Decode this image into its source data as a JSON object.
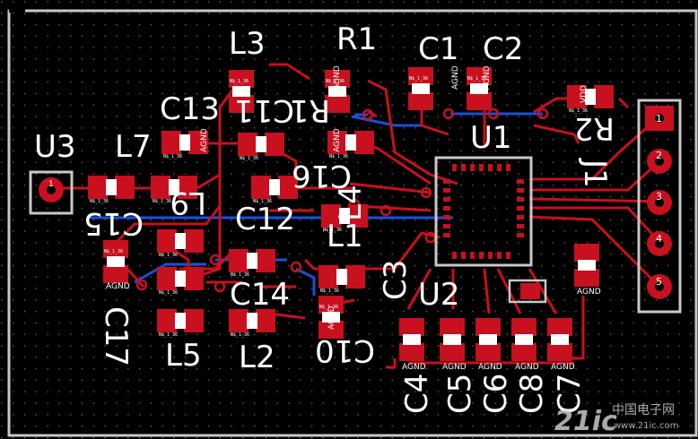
{
  "colors": {
    "background": "#000000",
    "top_copper": "#c8101e",
    "bottom_copper": "#1c4fd6",
    "silkscreen": "#ffffff",
    "board_outline": "#c8c8c8",
    "grid_dot": "#6a6a6a"
  },
  "labels": {
    "u3": "U3",
    "u1": "U1",
    "u2": "U2",
    "j1": "J1",
    "l1": "L1",
    "l2": "L2",
    "l3": "L3",
    "l4": "L4",
    "l5": "L5",
    "l7": "L7",
    "l9": "L9",
    "r1": "R1",
    "r2": "R2",
    "c1": "C1",
    "c2": "C2",
    "c3": "C3",
    "c4": "C4",
    "c5": "C5",
    "c6": "C6",
    "c7": "C7",
    "c8": "C8",
    "c10": "C10",
    "c11": "C11",
    "c12": "C12",
    "c13": "C13",
    "c14": "C14",
    "c15": "C15",
    "c16": "C16",
    "c17": "C17"
  },
  "pad_text": {
    "agnd": "AGND",
    "vdd": "VDD",
    "one": "1",
    "two": "2",
    "three": "3",
    "four": "4",
    "five": "5"
  },
  "net_labels": {
    "n1": "N$_1_36",
    "n2": "N$_1_36",
    "n3": "N$_1_36",
    "n4": "N$_1_36",
    "n5": "N$_1_36",
    "n6": "N$_1_36",
    "n7": "N$_1_36",
    "n8": "N$_1_36",
    "n9": "N$_1_36",
    "n10": "N$_1_36",
    "n11": "N$_1_36",
    "n12": "N$_1_36",
    "n13": "N$_1_36",
    "n14": "N$_1_36",
    "n15": "N$_1_36",
    "n16": "N$_1_36",
    "n17": "N$_1_36",
    "n18": "N$_1_36",
    "n19": "N$_1_36",
    "n20": "N$_1_36"
  },
  "watermark": {
    "brand": "21ic",
    "cn": "中国电子网",
    "url": "www.21ic.com"
  }
}
